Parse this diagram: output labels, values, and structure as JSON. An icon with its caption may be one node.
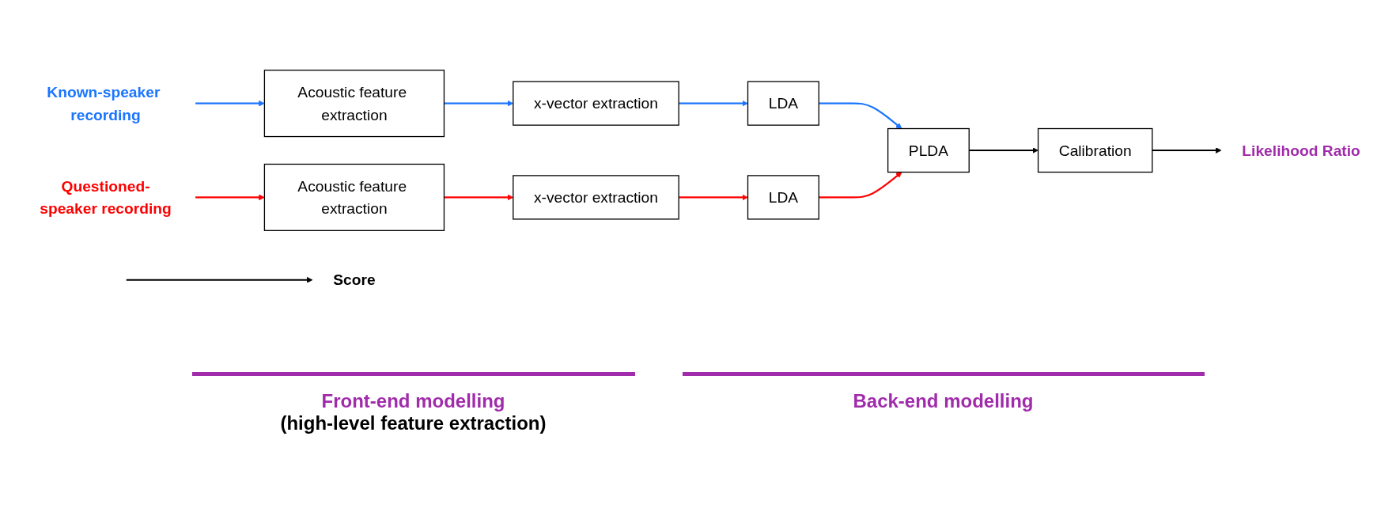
{
  "diagram": {
    "nodes": [
      {
        "text": [
          "Known-speaker recording"
        ]
      },
      {
        "text": [
          "Acoustic feature extraction"
        ]
      },
      {
        "text": [
          "x-vector extraction"
        ]
      },
      {
        "text": [
          "LDA"
        ]
      },
      {
        "text": [
          "Questioned-speaker recording"
        ]
      },
      {
        "text": [
          "Acoustic feature extraction"
        ]
      },
      {
        "text": [
          "x-vector extraction"
        ]
      },
      {
        "text": [
          "LDA"
        ]
      },
      {
        "text": [
          "PLDA"
        ]
      },
      {
        "text": [
          "Calibration"
        ]
      },
      {
        "text": [
          "Likelihood Ratio"
        ]
      },
      {
        "text": [
          "Score"
        ]
      }
    ],
    "edges": [
      {
        "from": 0,
        "to": 1,
        "arrow": "to",
        "color": "#1a75ff"
      },
      {
        "from": 1,
        "to": 2,
        "arrow": "to",
        "color": "#1a75ff"
      },
      {
        "from": 2,
        "to": 3,
        "arrow": "to",
        "color": "#1a75ff"
      },
      {
        "from": 3,
        "to": 8,
        "arrow": "to",
        "color": "#1a75ff"
      },
      {
        "from": 4,
        "to": 5,
        "arrow": "to",
        "color": "#ff0000"
      },
      {
        "from": 5,
        "to": 6,
        "arrow": "to",
        "color": "#ff0000"
      },
      {
        "from": 6,
        "to": 7,
        "arrow": "to",
        "color": "#ff0000"
      },
      {
        "from": 7,
        "to": 8,
        "arrow": "to",
        "color": "#ff0000"
      },
      {
        "from": 8,
        "to": 9,
        "arrow": "to",
        "color": "#000000"
      },
      {
        "from": 9,
        "to": 10,
        "arrow": "to",
        "color": "#000000"
      },
      {
        "from": null,
        "to": 11,
        "arrow": "to",
        "color": "#000000"
      }
    ],
    "labels": [
      "Front-end modelling",
      "(high-level feature extraction)",
      "Back-end modelling"
    ]
  }
}
